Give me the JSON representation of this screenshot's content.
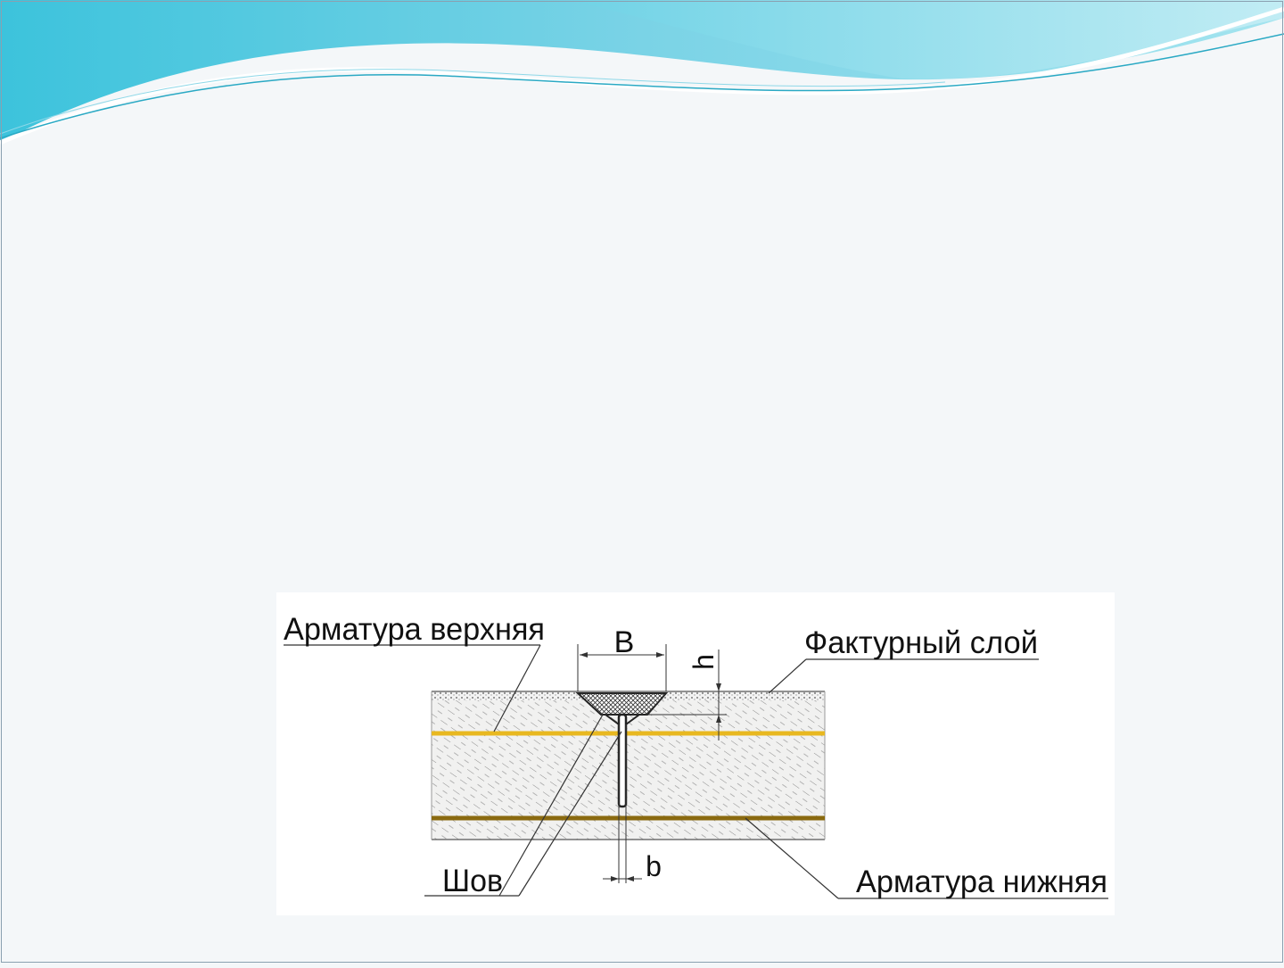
{
  "diagram": {
    "labels": {
      "top_rebar": "Арматура верхняя",
      "texture_layer": "Фактурный слой",
      "seam": "Шов",
      "bottom_rebar": "Арматура нижняя"
    },
    "dimensions": {
      "seam_top_width": "B",
      "seam_depth": "h",
      "seam_width": "b"
    },
    "colors": {
      "top_rebar": "#e8b820",
      "bottom_rebar": "#8a6a10",
      "slab_fill": "#f1f1f0",
      "hatch": "#8c8c8c",
      "wave_dark": "#3fbfd6",
      "wave_light": "#9fe2ee"
    }
  }
}
